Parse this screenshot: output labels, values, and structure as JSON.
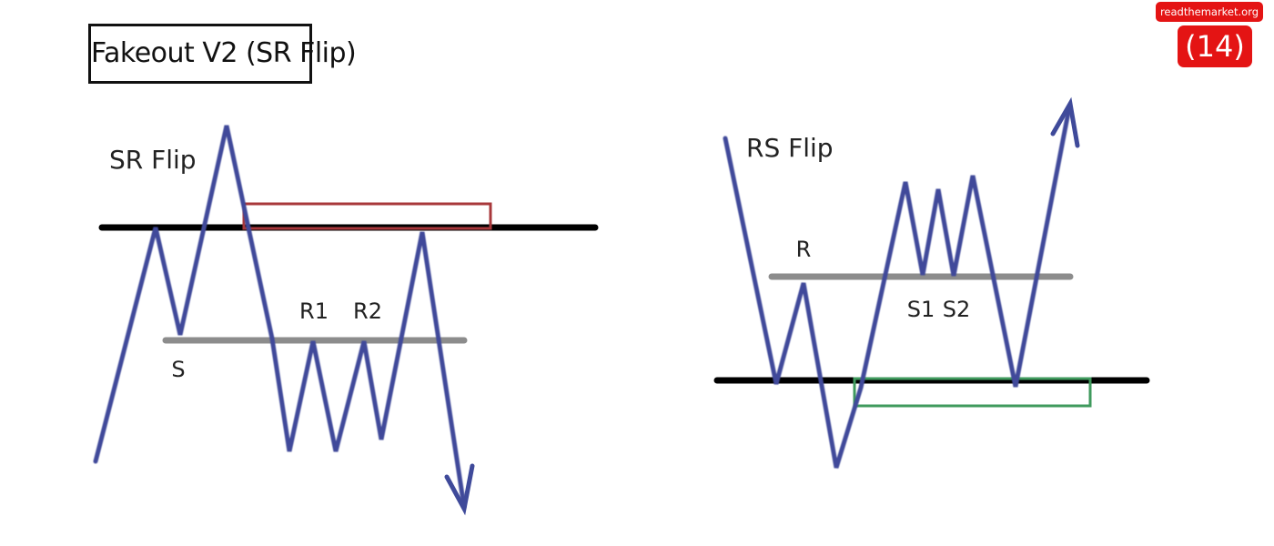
{
  "title": "Fakeout V2 (SR Flip)",
  "badges": {
    "site": "readthemarket.org",
    "number": "(14)"
  },
  "colors": {
    "price_path": "#3f4a9a",
    "key_level": "#000000",
    "sub_level": "#8c8c8c",
    "fakeout_zone_sr": "#a8383b",
    "fakeout_zone_rs": "#3f9a5d",
    "badge": "#e41414"
  },
  "left_panel": {
    "heading": "SR Flip",
    "labels": {
      "support": "S",
      "resistance_1": "R1",
      "resistance_2": "R2"
    }
  },
  "right_panel": {
    "heading": "RS Flip",
    "labels": {
      "resistance": "R",
      "support_1": "S1",
      "support_2": "S2"
    }
  }
}
